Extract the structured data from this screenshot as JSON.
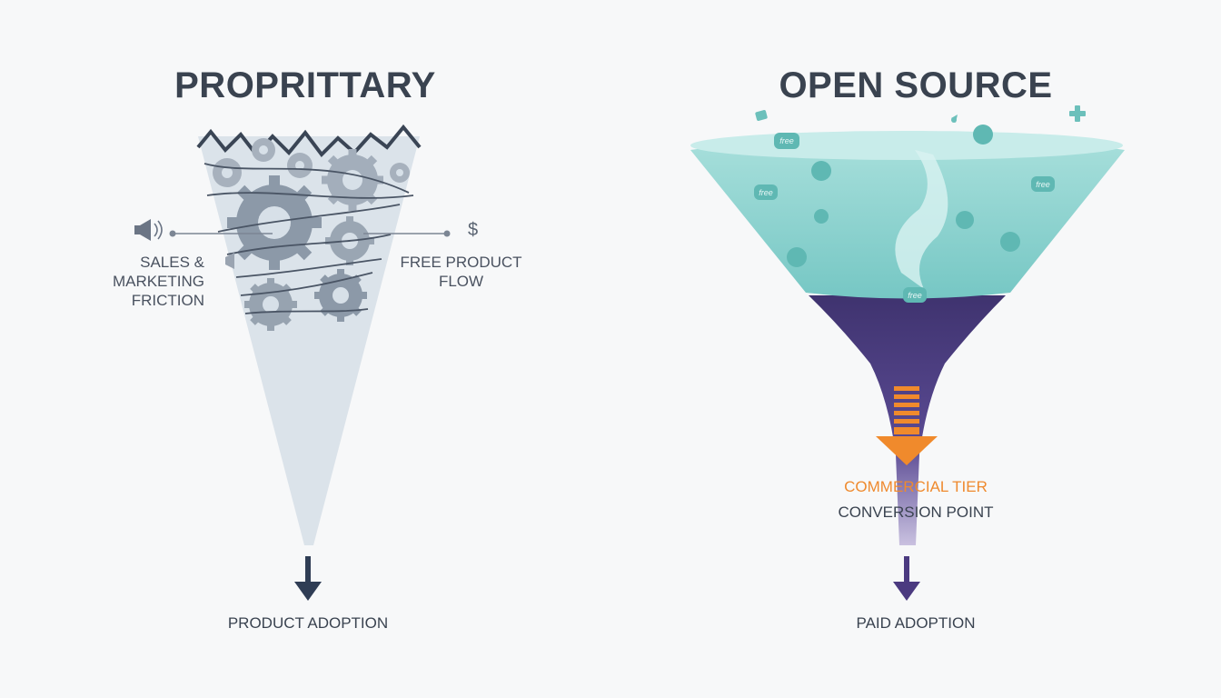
{
  "left": {
    "title": "PROPRITTARY",
    "left_label_line1": "SALES & MARKETING",
    "left_label_line2": "FRICTION",
    "right_label_line1": "FREE PRODUCT",
    "right_label_line2": "FLOW",
    "dollar_symbol": "$",
    "bottom_label": "PRODUCT ADOPTION"
  },
  "right": {
    "title": "OPEN SOURCE",
    "commercial_tier_label": "COMMERCIAL TIER",
    "conversion_point_label": "CONVERSION POINT",
    "bottom_label": "PAID ADOPTION",
    "badge_text": "free"
  },
  "colors": {
    "title": "#3a4350",
    "funnel_left": "#d3dde6",
    "gears": "#8c99a8",
    "water": "#8dd3d0",
    "funnel_neck": "#4c3f84",
    "accent_orange": "#f08a2c",
    "arrow_left": "#2f3d55",
    "arrow_right": "#4b3a80"
  },
  "icons": [
    "megaphone-icon",
    "dollar-icon",
    "gear-icon",
    "barbed-wire-icon",
    "down-arrow-icon",
    "free-badge-icon"
  ]
}
